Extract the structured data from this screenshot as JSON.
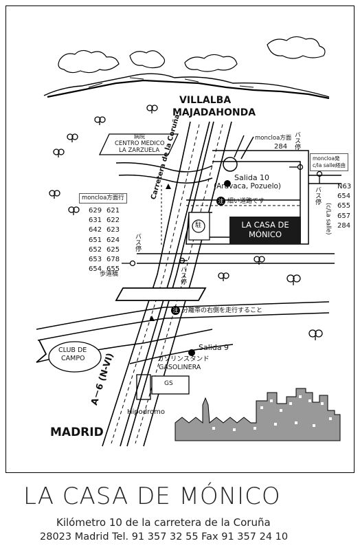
{
  "map": {
    "north_label_1": "VILLALBA",
    "north_label_2": "MAJADAHONDA",
    "hospital_kanji": "病院",
    "hospital_name_1": "CENTRO MEDICO",
    "hospital_name_2": "LA ZARZUELA",
    "moncloa_top": "moncloa方面",
    "moncloa_top_num": "284",
    "bus_stop_vertical": "バス停",
    "moncloa_depart_1": "moncloa発",
    "moncloa_depart_2": "c/la salle経由",
    "salida10": "Salida 10",
    "salida10_sub": "(Aravaca, Pozuelo)",
    "note_circle": "注",
    "narrow_road_note": "細い道路です",
    "moncloa_left": "moncloa方面行",
    "bus_routes_left_col1": [
      "629",
      "631",
      "642",
      "651",
      "652",
      "653",
      "654"
    ],
    "bus_routes_left_col2": [
      "621",
      "622",
      "623",
      "624",
      "625",
      "678",
      "655"
    ],
    "bus_routes_right": [
      "N63",
      "654",
      "655",
      "657",
      "284"
    ],
    "calle_la_salle": "(c/La salle)",
    "bus_stop_right": "バス停",
    "parking_kanji": "駐",
    "house_name_1": "LA CASA DE",
    "house_name_2": "MÓNICO",
    "road_label": "Carretera de la Coruña",
    "bus_stop_left": "バス停",
    "footbridge": "歩道橋",
    "bus_stop_mid": "バス停",
    "separator_note": "分離帯の右側を走行すること",
    "club_1": "CLUB DE",
    "club_2": "CAMPO",
    "salida9": "Salida 9",
    "gas_jp": "ガソリンスタンド",
    "gas_es": "GASOLINERA",
    "gs": "GS",
    "highway": "A－6 (N-VI)",
    "hipodromo": "Hipodromo",
    "madrid": "MADRID"
  },
  "footer": {
    "title": "LA CASA DE MÓNICO",
    "address": "Kilómetro 10 de la carretera de la Coruña",
    "contact": "28023 Madrid  Tel. 91 357 32 55   Fax 91 357 24 10"
  }
}
